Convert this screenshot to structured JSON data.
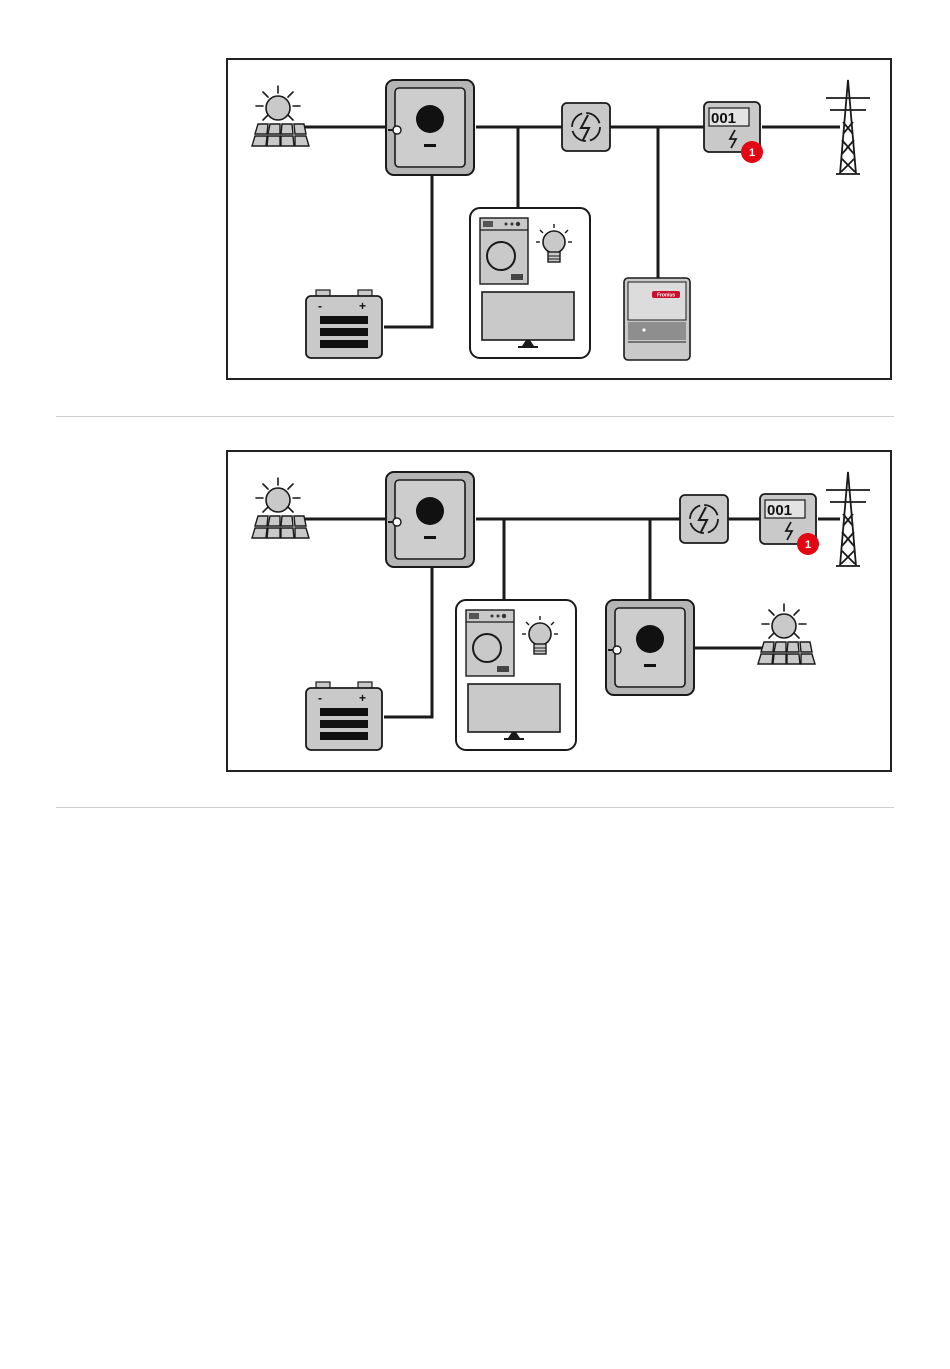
{
  "colors": {
    "device_gray": "#c9c9c9",
    "line": "#1a1a1a",
    "badge_red": "#e30613",
    "brand_red": "#c8102e"
  },
  "icons": [
    "pv-array-icon",
    "hybrid-inverter-icon",
    "battery-icon",
    "household-loads-icon",
    "grid-switch-icon",
    "energy-meter-icon",
    "power-pylon-icon",
    "ohmpilot-icon",
    "second-inverter-icon"
  ],
  "diagrams": [
    {
      "meter": {
        "digits": "001",
        "badge": "1"
      },
      "battery": {
        "minus": "-",
        "plus": "+"
      },
      "device": {
        "brand": "Fronius"
      }
    },
    {
      "meter": {
        "digits": "001",
        "badge": "1"
      },
      "battery": {
        "minus": "-",
        "plus": "+"
      }
    }
  ]
}
